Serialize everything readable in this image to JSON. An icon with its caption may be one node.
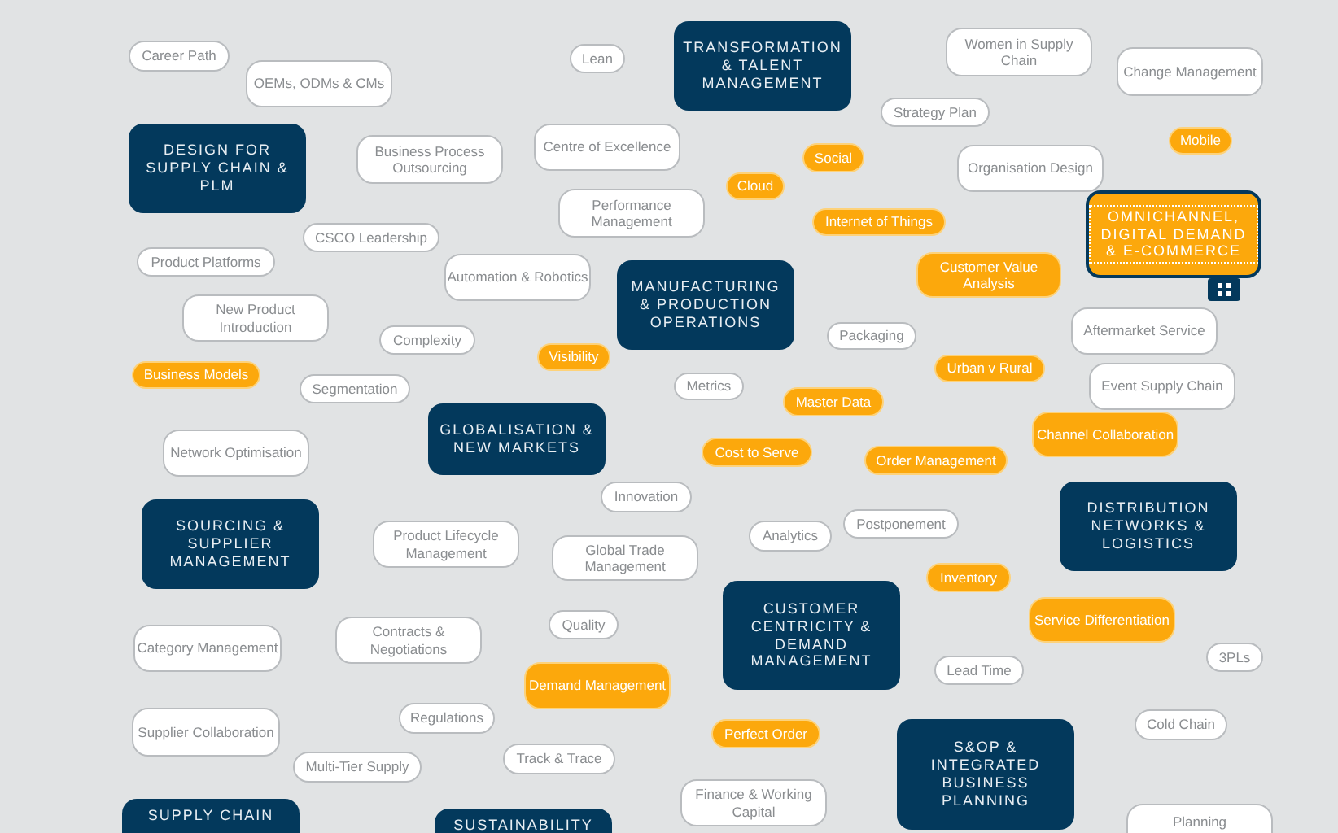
{
  "diagram": {
    "nodes": [
      {
        "text": [
          "Career Path"
        ]
      },
      {
        "text": [
          "Lean"
        ]
      },
      {
        "text": [
          "TRANSFORMATION & TALENT MANAGEMENT"
        ]
      },
      {
        "text": [
          "Women in Supply Chain"
        ]
      },
      {
        "text": [
          "Change Management"
        ]
      },
      {
        "text": [
          "OEMs, ODMs & CMs"
        ]
      },
      {
        "text": [
          "DESIGN FOR SUPPLY CHAIN & PLM"
        ]
      },
      {
        "text": [
          "Strategy Plan"
        ]
      },
      {
        "text": [
          "Mobile"
        ]
      },
      {
        "text": [
          "Business Process Outsourcing"
        ]
      },
      {
        "text": [
          "Centre of Excellence"
        ]
      },
      {
        "text": [
          "Social"
        ]
      },
      {
        "text": [
          "Organisation Design"
        ]
      },
      {
        "text": [
          "Cloud"
        ]
      },
      {
        "text": [
          "Performance Management"
        ]
      },
      {
        "text": [
          "Internet of Things"
        ]
      },
      {
        "text": [
          "OMNICHANNEL, DIGITAL DEMAND & E-COMMERCE"
        ]
      },
      {
        "text": [
          "CSCO Leadership"
        ]
      },
      {
        "text": [
          "Product Platforms"
        ]
      },
      {
        "text": [
          "Automation & Robotics"
        ]
      },
      {
        "text": [
          "MANUFACTURING & PRODUCTION OPERATIONS"
        ]
      },
      {
        "text": [
          "Customer Value Analysis"
        ]
      },
      {
        "text": [
          "New Product Introduction"
        ]
      },
      {
        "text": [
          "Aftermarket Service"
        ]
      },
      {
        "text": [
          "Packaging"
        ]
      },
      {
        "text": [
          "Complexity"
        ]
      },
      {
        "text": [
          "Visibility"
        ]
      },
      {
        "text": [
          "Business Models"
        ]
      },
      {
        "text": [
          "Urban v Rural"
        ]
      },
      {
        "text": [
          "Event Supply Chain"
        ]
      },
      {
        "text": [
          "Segmentation"
        ]
      },
      {
        "text": [
          "Metrics"
        ]
      },
      {
        "text": [
          "Master Data"
        ]
      },
      {
        "text": [
          "Channel Collaboration"
        ]
      },
      {
        "text": [
          "GLOBALISATION & NEW MARKETS"
        ]
      },
      {
        "text": [
          "Network Optimisation"
        ]
      },
      {
        "text": [
          "Cost to Serve"
        ]
      },
      {
        "text": [
          "Order Management"
        ]
      },
      {
        "text": [
          "DISTRIBUTION NETWORKS & LOGISTICS"
        ]
      },
      {
        "text": [
          "Innovation"
        ]
      },
      {
        "text": [
          "SOURCING & SUPPLIER MANAGEMENT"
        ]
      },
      {
        "text": [
          "Product Lifecycle Management"
        ]
      },
      {
        "text": [
          "Global Trade Management"
        ]
      },
      {
        "text": [
          "Analytics"
        ]
      },
      {
        "text": [
          "Postponement"
        ]
      },
      {
        "text": [
          "CUSTOMER CENTRICITY & DEMAND MANAGEMENT"
        ]
      },
      {
        "text": [
          "Inventory"
        ]
      },
      {
        "text": [
          "Service Differentiation"
        ]
      },
      {
        "text": [
          "Quality"
        ]
      },
      {
        "text": [
          "Category Management"
        ]
      },
      {
        "text": [
          "Contracts & Negotiations"
        ]
      },
      {
        "text": [
          "3PLs"
        ]
      },
      {
        "text": [
          "Demand Management"
        ]
      },
      {
        "text": [
          "Lead Time"
        ]
      },
      {
        "text": [
          "Supplier Collaboration"
        ]
      },
      {
        "text": [
          "Regulations"
        ]
      },
      {
        "text": [
          "Perfect Order"
        ]
      },
      {
        "text": [
          "Cold Chain"
        ]
      },
      {
        "text": [
          "S&OP & INTEGRATED BUSINESS PLANNING"
        ]
      },
      {
        "text": [
          "Multi-Tier Supply"
        ]
      },
      {
        "text": [
          "Track & Trace"
        ]
      },
      {
        "text": [
          "Finance & Working Capital"
        ]
      },
      {
        "text": [
          "SUPPLY CHAIN"
        ]
      },
      {
        "text": [
          "SUSTAINABILITY"
        ]
      },
      {
        "text": [
          "Planning"
        ]
      }
    ],
    "edges": []
  }
}
